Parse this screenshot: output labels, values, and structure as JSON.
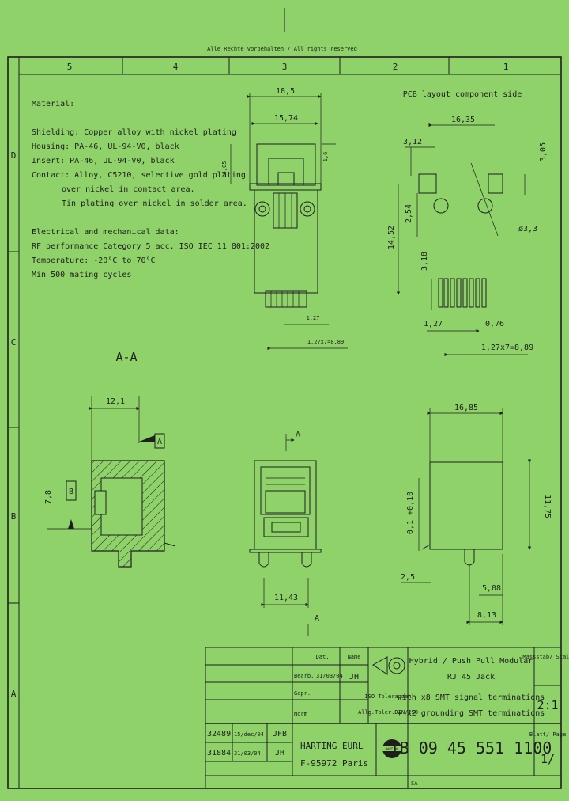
{
  "header": {
    "copyright": "Alle Rechte vorbehalten / All rights reserved",
    "columns": [
      "5",
      "4",
      "3",
      "2",
      "1"
    ],
    "rows": [
      "D",
      "C",
      "B",
      "A"
    ]
  },
  "notes": {
    "lines": [
      "Material:",
      "Shielding: Copper alloy with nickel plating",
      "Housing: PA-46, UL-94-V0, black",
      "Insert: PA-46, UL-94-V0, black",
      "Contact: Alloy, C5210, selective gold plating",
      "over nickel in contact area.",
      "Tin plating over nickel in solder area.",
      "Electrical and mechanical data:",
      "RF performance Category 5 acc. ISO IEC 11 801:2002",
      "Temperature: -20°C to 70°C",
      "Min 500 mating cycles"
    ]
  },
  "views": {
    "section_label": "A-A",
    "pcb_title": "PCB layout component side",
    "section_marker": "A",
    "datum": "B"
  },
  "dims": {
    "top_width": "18,5",
    "top_inner": "15,74",
    "top_h1": "4,05",
    "top_h2": "1,6",
    "pin_pitch": "1,27",
    "pin_total": "1,27x7=8,89",
    "pcb_span": "16,35",
    "pcb_w1": "3,12",
    "pcb_h1": "3,05",
    "pcb_h2": "2,54",
    "pcb_total_h": "14,52",
    "pcb_hole": "ø3,3",
    "pcb_pad_h": "3,18",
    "pcb_pitch": "1,27",
    "pcb_pad_w": "0,76",
    "pcb_total": "1,27x7=8,89",
    "sec_width": "12,1",
    "sec_h": "7,8",
    "front_width": "11,43",
    "side_width": "16,85",
    "side_h": "11,75",
    "side_tol": "0,1 +0,10",
    "side_foot": "2,5",
    "side_d1": "5,08",
    "side_d2": "8,13"
  },
  "title_block": {
    "col_date": "Dat.",
    "col_name": "Name",
    "row1_label": "Bearb.",
    "row1_date": "31/03/04",
    "row1_name": "JH",
    "row2_label": "Gepr.",
    "row3_label": "Norm",
    "projection_1": "ISO Toleranzen",
    "projection_2": "Allg.Toler.DIN/ISO",
    "description_1": "Hybrid / Push Pull Modular",
    "description_2": "RJ 45 Jack",
    "description_3": "with x8 SMT signal terminations",
    "description_4": "+ x2 grounding SMT terminations",
    "scale_label": "Massstab/ Scale",
    "scale_value": "2:1",
    "rev1_no": "32489",
    "rev1_date": "15/dec/04",
    "rev1_name": "JFB",
    "rev2_no": "31884",
    "rev2_date": "31/03/04",
    "rev2_name": "JH",
    "company_1": "HARTING EURL",
    "company_2": "F-95972 Paris",
    "logo_text": "HARTING",
    "part_number": "TB 09 45 551 1100",
    "sheet_label": "Blatt/ Page",
    "sheet_value": "1/",
    "footer_code": "SA"
  },
  "colors": {
    "background": "#8fd26a",
    "ink": "#1e1e1e"
  }
}
